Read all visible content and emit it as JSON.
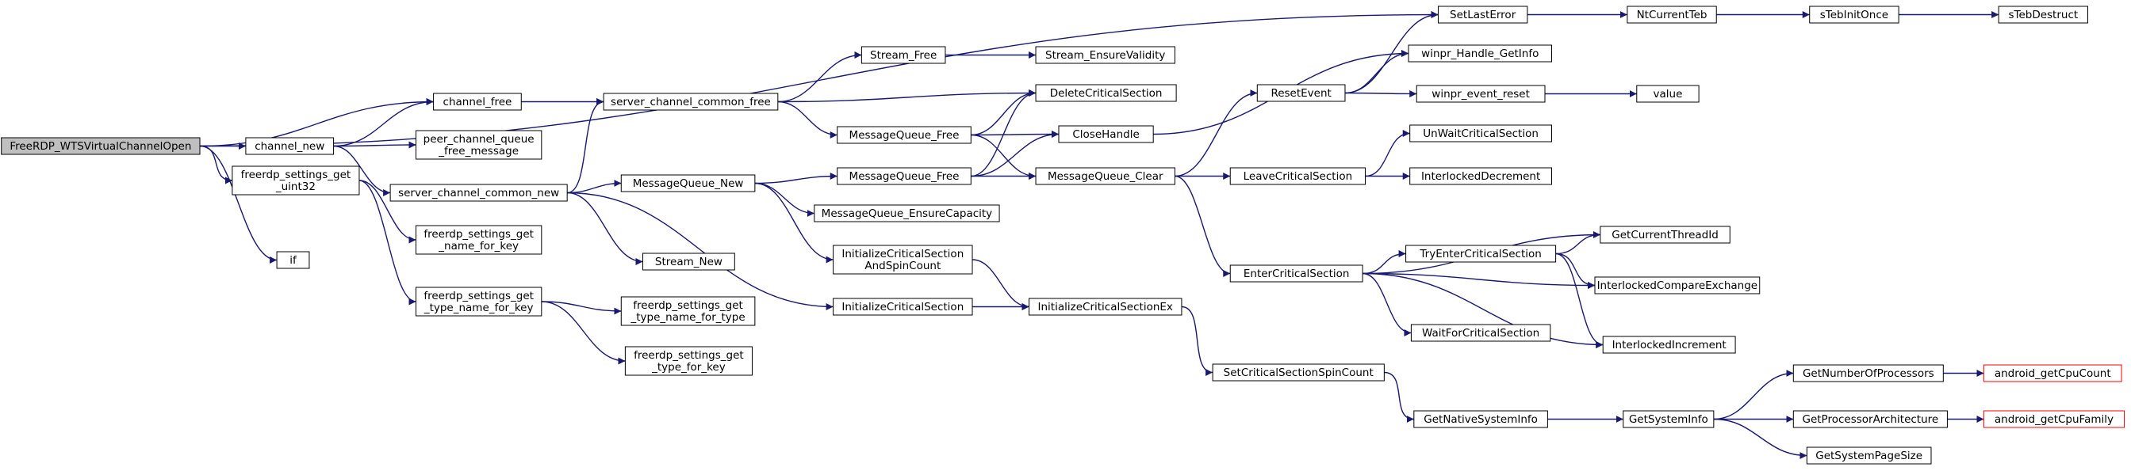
{
  "colors": {
    "edge": "#191970",
    "root_fill": "#bfbfbf",
    "box_fill": "#ffffff",
    "border": "#000000",
    "external_border": "#ff0000"
  },
  "nodes": [
    {
      "id": "FreeRDP_WTSVirtualChannelOpen",
      "lines": [
        "FreeRDP_WTSVirtualChannelOpen"
      ],
      "style": "root"
    },
    {
      "id": "channel_new",
      "lines": [
        "channel_new"
      ]
    },
    {
      "id": "freerdp_settings_get_uint32",
      "lines": [
        "freerdp_settings_get",
        "_uint32"
      ]
    },
    {
      "id": "if",
      "lines": [
        "if"
      ]
    },
    {
      "id": "channel_free",
      "lines": [
        "channel_free"
      ]
    },
    {
      "id": "peer_channel_queue_free_message",
      "lines": [
        "peer_channel_queue",
        "_free_message"
      ]
    },
    {
      "id": "server_channel_common_new",
      "lines": [
        "server_channel_common_new"
      ]
    },
    {
      "id": "freerdp_settings_get_name_for_key",
      "lines": [
        "freerdp_settings_get",
        "_name_for_key"
      ]
    },
    {
      "id": "freerdp_settings_get_type_name_for_key",
      "lines": [
        "freerdp_settings_get",
        "_type_name_for_key"
      ]
    },
    {
      "id": "server_channel_common_free",
      "lines": [
        "server_channel_common_free"
      ]
    },
    {
      "id": "MessageQueue_New",
      "lines": [
        "MessageQueue_New"
      ]
    },
    {
      "id": "Stream_New",
      "lines": [
        "Stream_New"
      ]
    },
    {
      "id": "InitializeCriticalSection",
      "lines": [
        "InitializeCriticalSection"
      ]
    },
    {
      "id": "freerdp_settings_get_type_name_for_type",
      "lines": [
        "freerdp_settings_get",
        "_type_name_for_type"
      ]
    },
    {
      "id": "freerdp_settings_get_type_for_key",
      "lines": [
        "freerdp_settings_get",
        "_type_for_key"
      ]
    },
    {
      "id": "Stream_Free",
      "lines": [
        "Stream_Free"
      ]
    },
    {
      "id": "MessageQueue_Free_a",
      "lines": [
        "MessageQueue_Free"
      ]
    },
    {
      "id": "MessageQueue_Free_b",
      "lines": [
        "MessageQueue_Free"
      ]
    },
    {
      "id": "MessageQueue_EnsureCapacity",
      "lines": [
        "MessageQueue_EnsureCapacity"
      ]
    },
    {
      "id": "InitializeCriticalSectionAndSpinCount",
      "lines": [
        "InitializeCriticalSection",
        "AndSpinCount"
      ]
    },
    {
      "id": "Stream_EnsureValidity",
      "lines": [
        "Stream_EnsureValidity"
      ]
    },
    {
      "id": "DeleteCriticalSection",
      "lines": [
        "DeleteCriticalSection"
      ]
    },
    {
      "id": "CloseHandle",
      "lines": [
        "CloseHandle"
      ]
    },
    {
      "id": "MessageQueue_Clear",
      "lines": [
        "MessageQueue_Clear"
      ]
    },
    {
      "id": "InitializeCriticalSectionEx",
      "lines": [
        "InitializeCriticalSectionEx"
      ]
    },
    {
      "id": "ResetEvent",
      "lines": [
        "ResetEvent"
      ]
    },
    {
      "id": "LeaveCriticalSection",
      "lines": [
        "LeaveCriticalSection"
      ]
    },
    {
      "id": "EnterCriticalSection",
      "lines": [
        "EnterCriticalSection"
      ]
    },
    {
      "id": "SetCriticalSectionSpinCount",
      "lines": [
        "SetCriticalSectionSpinCount"
      ]
    },
    {
      "id": "SetLastError",
      "lines": [
        "SetLastError"
      ]
    },
    {
      "id": "winpr_Handle_GetInfo",
      "lines": [
        "winpr_Handle_GetInfo"
      ]
    },
    {
      "id": "winpr_event_reset",
      "lines": [
        "winpr_event_reset"
      ]
    },
    {
      "id": "UnWaitCriticalSection",
      "lines": [
        "UnWaitCriticalSection"
      ]
    },
    {
      "id": "InterlockedDecrement",
      "lines": [
        "InterlockedDecrement"
      ]
    },
    {
      "id": "TryEnterCriticalSection",
      "lines": [
        "TryEnterCriticalSection"
      ]
    },
    {
      "id": "WaitForCriticalSection",
      "lines": [
        "WaitForCriticalSection"
      ]
    },
    {
      "id": "GetNativeSystemInfo",
      "lines": [
        "GetNativeSystemInfo"
      ]
    },
    {
      "id": "NtCurrentTeb",
      "lines": [
        "NtCurrentTeb"
      ]
    },
    {
      "id": "value",
      "lines": [
        "value"
      ]
    },
    {
      "id": "GetCurrentThreadId",
      "lines": [
        "GetCurrentThreadId"
      ]
    },
    {
      "id": "InterlockedCompareExchange",
      "lines": [
        "InterlockedCompareExchange"
      ]
    },
    {
      "id": "InterlockedIncrement",
      "lines": [
        "InterlockedIncrement"
      ]
    },
    {
      "id": "GetSystemInfo",
      "lines": [
        "GetSystemInfo"
      ]
    },
    {
      "id": "sTebInitOnce",
      "lines": [
        "sTebInitOnce"
      ]
    },
    {
      "id": "GetNumberOfProcessors",
      "lines": [
        "GetNumberOfProcessors"
      ]
    },
    {
      "id": "GetProcessorArchitecture",
      "lines": [
        "GetProcessorArchitecture"
      ]
    },
    {
      "id": "GetSystemPageSize",
      "lines": [
        "GetSystemPageSize"
      ]
    },
    {
      "id": "sTebDestruct",
      "lines": [
        "sTebDestruct"
      ]
    },
    {
      "id": "android_getCpuCount",
      "lines": [
        "android_getCpuCount"
      ],
      "style": "external"
    },
    {
      "id": "android_getCpuFamily",
      "lines": [
        "android_getCpuFamily"
      ],
      "style": "external"
    }
  ],
  "edges": [
    [
      "FreeRDP_WTSVirtualChannelOpen",
      "SetLastError"
    ],
    [
      "FreeRDP_WTSVirtualChannelOpen",
      "channel_free"
    ],
    [
      "FreeRDP_WTSVirtualChannelOpen",
      "channel_new"
    ],
    [
      "FreeRDP_WTSVirtualChannelOpen",
      "freerdp_settings_get_uint32"
    ],
    [
      "FreeRDP_WTSVirtualChannelOpen",
      "if"
    ],
    [
      "channel_new",
      "channel_free"
    ],
    [
      "channel_new",
      "peer_channel_queue_free_message"
    ],
    [
      "channel_new",
      "server_channel_common_new"
    ],
    [
      "channel_free",
      "server_channel_common_free"
    ],
    [
      "freerdp_settings_get_uint32",
      "freerdp_settings_get_name_for_key"
    ],
    [
      "freerdp_settings_get_uint32",
      "freerdp_settings_get_type_name_for_key"
    ],
    [
      "server_channel_common_new",
      "server_channel_common_free"
    ],
    [
      "server_channel_common_new",
      "MessageQueue_New"
    ],
    [
      "server_channel_common_new",
      "Stream_New"
    ],
    [
      "server_channel_common_new",
      "InitializeCriticalSection"
    ],
    [
      "freerdp_settings_get_type_name_for_key",
      "freerdp_settings_get_type_name_for_type"
    ],
    [
      "freerdp_settings_get_type_name_for_key",
      "freerdp_settings_get_type_for_key"
    ],
    [
      "server_channel_common_free",
      "Stream_Free"
    ],
    [
      "server_channel_common_free",
      "DeleteCriticalSection"
    ],
    [
      "server_channel_common_free",
      "MessageQueue_Free_a"
    ],
    [
      "MessageQueue_New",
      "MessageQueue_Free_b"
    ],
    [
      "MessageQueue_New",
      "MessageQueue_EnsureCapacity"
    ],
    [
      "MessageQueue_New",
      "InitializeCriticalSectionAndSpinCount"
    ],
    [
      "InitializeCriticalSection",
      "InitializeCriticalSectionEx"
    ],
    [
      "InitializeCriticalSectionAndSpinCount",
      "InitializeCriticalSectionEx"
    ],
    [
      "Stream_Free",
      "Stream_EnsureValidity"
    ],
    [
      "MessageQueue_Free_a",
      "DeleteCriticalSection"
    ],
    [
      "MessageQueue_Free_a",
      "CloseHandle"
    ],
    [
      "MessageQueue_Free_a",
      "MessageQueue_Clear"
    ],
    [
      "MessageQueue_Free_b",
      "DeleteCriticalSection"
    ],
    [
      "MessageQueue_Free_b",
      "CloseHandle"
    ],
    [
      "MessageQueue_Free_b",
      "MessageQueue_Clear"
    ],
    [
      "CloseHandle",
      "winpr_Handle_GetInfo"
    ],
    [
      "MessageQueue_Clear",
      "ResetEvent"
    ],
    [
      "MessageQueue_Clear",
      "LeaveCriticalSection"
    ],
    [
      "MessageQueue_Clear",
      "EnterCriticalSection"
    ],
    [
      "InitializeCriticalSectionEx",
      "SetCriticalSectionSpinCount"
    ],
    [
      "ResetEvent",
      "SetLastError"
    ],
    [
      "ResetEvent",
      "winpr_Handle_GetInfo"
    ],
    [
      "ResetEvent",
      "winpr_event_reset"
    ],
    [
      "winpr_event_reset",
      "value"
    ],
    [
      "LeaveCriticalSection",
      "UnWaitCriticalSection"
    ],
    [
      "LeaveCriticalSection",
      "InterlockedDecrement"
    ],
    [
      "EnterCriticalSection",
      "TryEnterCriticalSection"
    ],
    [
      "EnterCriticalSection",
      "GetCurrentThreadId"
    ],
    [
      "EnterCriticalSection",
      "InterlockedCompareExchange"
    ],
    [
      "EnterCriticalSection",
      "WaitForCriticalSection"
    ],
    [
      "EnterCriticalSection",
      "InterlockedIncrement"
    ],
    [
      "TryEnterCriticalSection",
      "GetCurrentThreadId"
    ],
    [
      "TryEnterCriticalSection",
      "InterlockedCompareExchange"
    ],
    [
      "TryEnterCriticalSection",
      "InterlockedIncrement"
    ],
    [
      "SetCriticalSectionSpinCount",
      "GetNativeSystemInfo"
    ],
    [
      "GetNativeSystemInfo",
      "GetSystemInfo"
    ],
    [
      "GetSystemInfo",
      "GetNumberOfProcessors"
    ],
    [
      "GetSystemInfo",
      "GetProcessorArchitecture"
    ],
    [
      "GetSystemInfo",
      "GetSystemPageSize"
    ],
    [
      "GetNumberOfProcessors",
      "android_getCpuCount"
    ],
    [
      "GetProcessorArchitecture",
      "android_getCpuFamily"
    ],
    [
      "SetLastError",
      "NtCurrentTeb"
    ],
    [
      "NtCurrentTeb",
      "sTebInitOnce"
    ],
    [
      "sTebInitOnce",
      "sTebDestruct"
    ]
  ]
}
